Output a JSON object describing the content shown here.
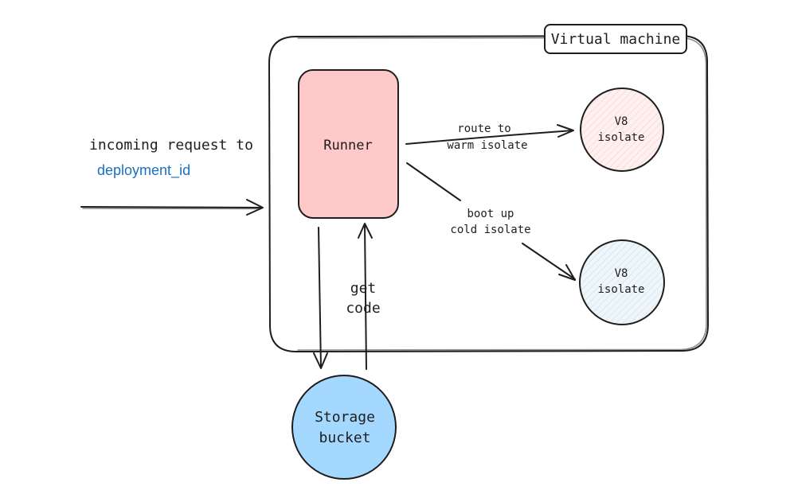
{
  "diagram": {
    "vm_label": "Virtual machine",
    "runner_label": "Runner",
    "incoming_line1": "incoming request to",
    "incoming_line2": "deployment_id",
    "route_line1": "route to",
    "route_line2": "warm isolate",
    "boot_line1": "boot up",
    "boot_line2": "cold isolate",
    "isolate_warm_line1": "V8",
    "isolate_warm_line2": "isolate",
    "isolate_cold_line1": "V8",
    "isolate_cold_line2": "isolate",
    "get_code_line1": "get",
    "get_code_line2": "code",
    "storage_line1": "Storage",
    "storage_line2": "bucket"
  },
  "colors": {
    "stroke": "#1e1e1e",
    "runner_fill": "#ffc9c9",
    "warm_isolate_fill": "#fff0f0",
    "cold_isolate_fill": "#eef6fa",
    "storage_fill": "#a5d8ff",
    "link_text": "#1971c2"
  }
}
